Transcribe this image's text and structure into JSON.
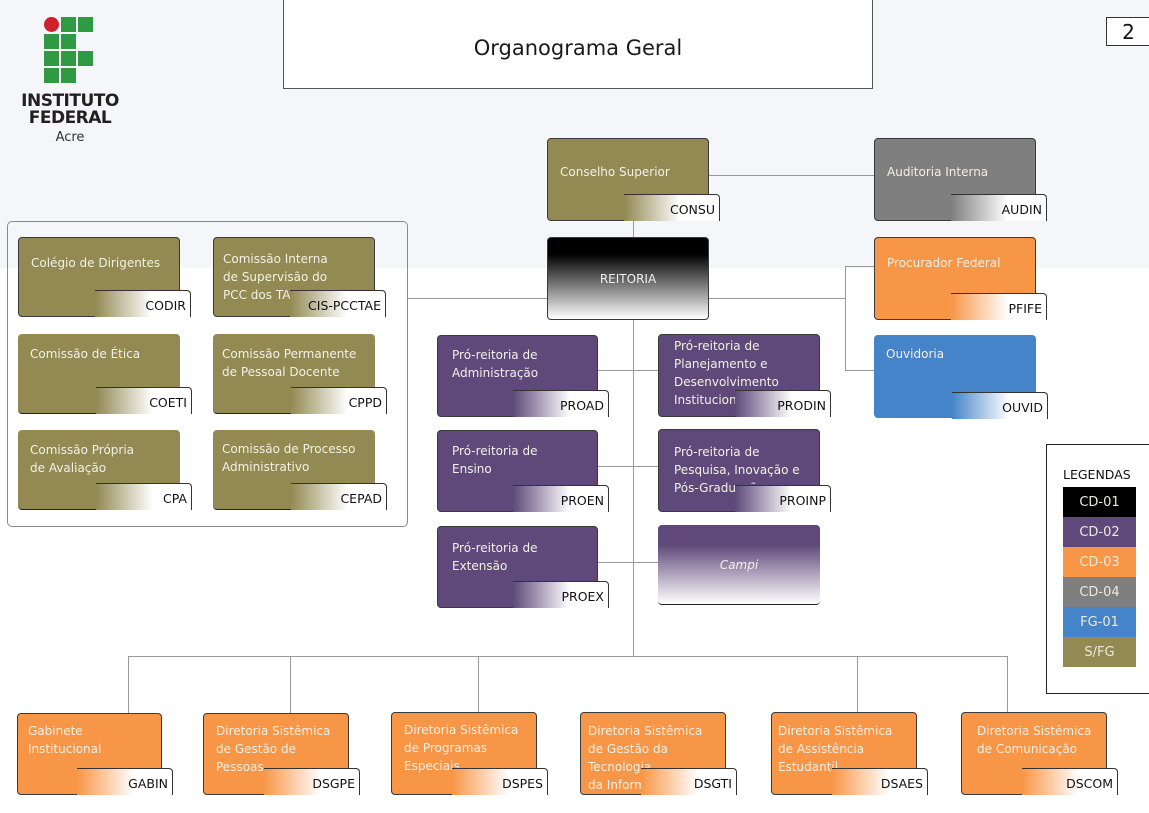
{
  "header": {
    "logo": {
      "icon": "if-logo-icon",
      "line1": "INSTITUTO",
      "line2": "FEDERAL",
      "line3": "Acre",
      "colors": {
        "green": "#2f9a41",
        "red": "#d0202a"
      }
    },
    "title": "Organograma Geral",
    "page_number": "2"
  },
  "top": {
    "consu": {
      "label": "Conselho Superior",
      "code": "CONSU",
      "level": "S/FG"
    },
    "audin": {
      "label": "Auditoria Interna",
      "code": "AUDIN",
      "level": "CD-04"
    },
    "reitoria": {
      "label": "REITORIA",
      "level": "CD-01"
    },
    "pfife": {
      "label": "Procurador Federal",
      "code": "PFIFE",
      "level": "CD-03"
    },
    "ouvid": {
      "label": "Ouvidoria",
      "code": "OUVID",
      "level": "FG-01"
    }
  },
  "committees": [
    {
      "label": "Colégio de Dirigentes",
      "code": "CODIR"
    },
    {
      "label": "Comissão Interna\nde Supervisão do\nPCC dos TAE",
      "code": "CIS-PCCTAE"
    },
    {
      "label": "Comissão de Ética",
      "code": "COETI"
    },
    {
      "label": "Comissão Permanente\nde Pessoal Docente",
      "code": "CPPD"
    },
    {
      "label": "Comissão Própria\nde Avaliação",
      "code": "CPA"
    },
    {
      "label": "Comissão de Processo\nAdministrativo",
      "code": "CEPAD"
    }
  ],
  "pro_reitorias": [
    {
      "label": "Pró-reitoria de\nAdministração",
      "code": "PROAD"
    },
    {
      "label": "Pró-reitoria de\nPlanejamento e\nDesenvolvimento\nInstitucional",
      "code": "PRODIN"
    },
    {
      "label": "Pró-reitoria de\nEnsino",
      "code": "PROEN"
    },
    {
      "label": "Pró-reitoria de\nPesquisa, Inovação e\nPós-Graduação",
      "code": "PROINP"
    },
    {
      "label": "Pró-reitoria de\nExtensão",
      "code": "PROEX"
    }
  ],
  "campi": {
    "label": "Campi"
  },
  "directorates": [
    {
      "label": "Gabinete Institucional",
      "code": "GABIN"
    },
    {
      "label": "Diretoria Sistêmica\nde Gestão de Pessoas",
      "code": "DSGPE"
    },
    {
      "label": "Diretoria Sistêmica\nde Programas Especiais",
      "code": "DSPES"
    },
    {
      "label": "Diretoria Sistêmica\nde Gestão da Tecnologia\nda Informação",
      "code": "DSGTI"
    },
    {
      "label": "Diretoria Sistêmica\nde Assistência Estudantil",
      "code": "DSAES"
    },
    {
      "label": "Diretoria Sistêmica\nde Comunicação",
      "code": "DSCOM"
    }
  ],
  "legend": {
    "title": "LEGENDAS",
    "items": [
      {
        "label": "CD-01",
        "color": "#000000"
      },
      {
        "label": "CD-02",
        "color": "#5f497a"
      },
      {
        "label": "CD-03",
        "color": "#f79646"
      },
      {
        "label": "CD-04",
        "color": "#7f7f7f"
      },
      {
        "label": "FG-01",
        "color": "#4584c8"
      },
      {
        "label": "S/FG",
        "color": "#938953"
      }
    ]
  }
}
